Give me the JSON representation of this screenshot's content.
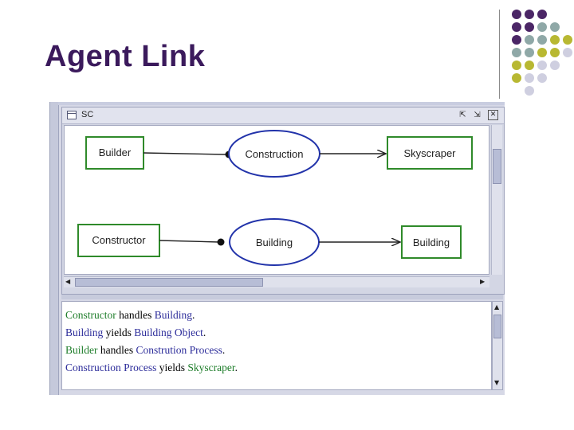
{
  "slide": {
    "title": "Agent Link"
  },
  "decor": {
    "colors": {
      "purple": "#4b2666",
      "teal": "#8fa8a7",
      "olive": "#b8b832",
      "lavender": "#cfcfe0",
      "title": "#3b1a5c",
      "node_green": "#2f8a2a",
      "ellipse_blue": "#2233aa"
    }
  },
  "window": {
    "title": "SC",
    "buttons": {
      "restore": "⇱",
      "maximize": "⇲",
      "close": "✕"
    },
    "icons": {
      "frame": "window-frame-icon",
      "scroll_left": "◀",
      "scroll_right": "▶",
      "scroll_up": "▲",
      "scroll_down": "▼"
    }
  },
  "diagram": {
    "rows": [
      {
        "agent": "Builder",
        "link": "Construction",
        "target": "Skyscraper"
      },
      {
        "agent": "Constructor",
        "link": "Building",
        "target": "Building"
      }
    ]
  },
  "text_pane": {
    "lines": [
      [
        {
          "t": "Constructor",
          "c": "green"
        },
        {
          "t": " handles ",
          "c": "black"
        },
        {
          "t": "Building",
          "c": "blue"
        },
        {
          "t": ".",
          "c": "black"
        }
      ],
      [
        {
          "t": "Building",
          "c": "blue"
        },
        {
          "t": " yields ",
          "c": "black"
        },
        {
          "t": "Building Object",
          "c": "blue"
        },
        {
          "t": ".",
          "c": "black"
        }
      ],
      [
        {
          "t": "Builder",
          "c": "green"
        },
        {
          "t": " handles ",
          "c": "black"
        },
        {
          "t": "Constrution Process",
          "c": "blue"
        },
        {
          "t": ".",
          "c": "black"
        }
      ],
      [
        {
          "t": "Construction Process",
          "c": "blue"
        },
        {
          "t": " yields ",
          "c": "black"
        },
        {
          "t": "Skyscraper",
          "c": "green"
        },
        {
          "t": ".",
          "c": "black"
        }
      ]
    ]
  }
}
